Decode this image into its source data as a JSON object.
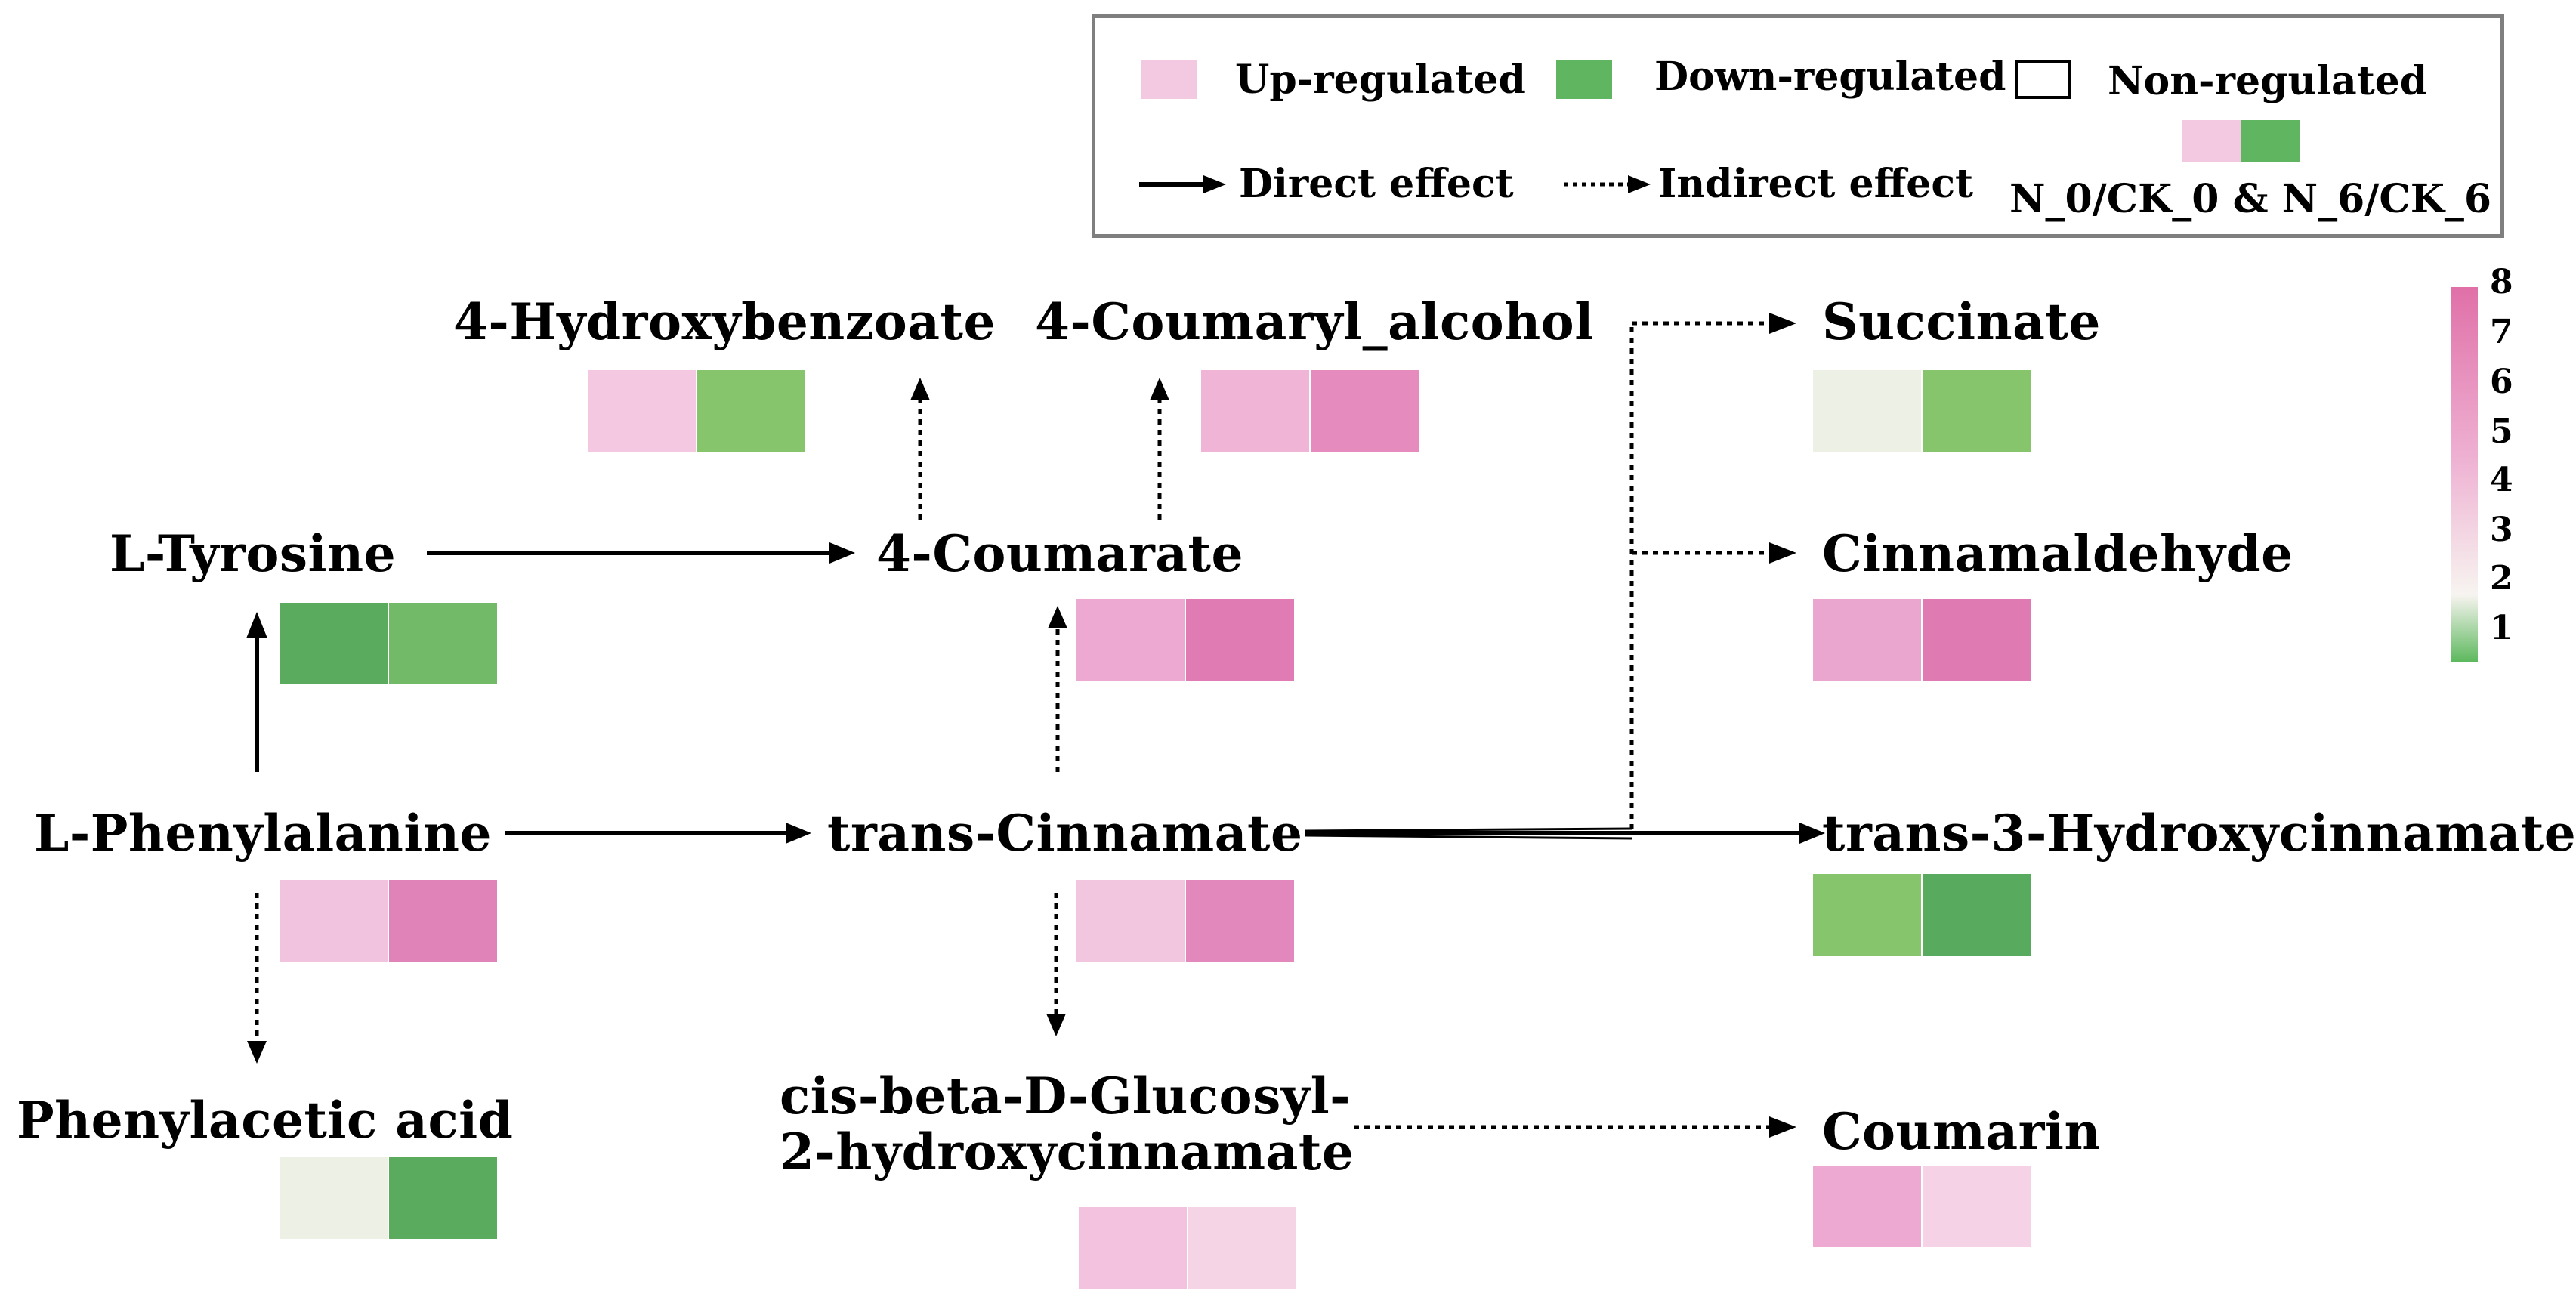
{
  "legend": {
    "up_label": "Up-regulated",
    "down_label": "Down-regulated",
    "non_label": "Non-regulated",
    "direct_label": "Direct effect",
    "indirect_label": "Indirect effect",
    "comparison_label": "N_0/CK_0 & N_6/CK_6",
    "colors": {
      "up": "#f3c8e1",
      "down": "#5fb560",
      "non": "#ffffff"
    }
  },
  "scale": {
    "ticks": [
      "8",
      "7",
      "6",
      "5",
      "4",
      "3",
      "2",
      "1"
    ],
    "colors": {
      "max": "#e070a8",
      "mid": "#f7f4f0",
      "min": "#5cb85c"
    }
  },
  "metabolites": {
    "hydroxybenzoate": {
      "label": "4-Hydroxybenzoate",
      "values": [
        "#f4c8e0",
        "#86c56c"
      ]
    },
    "coumaryl_alcohol": {
      "label": "4-Coumaryl_alcohol",
      "values": [
        "#efb4d6",
        "#e68bbe"
      ]
    },
    "succinate": {
      "label": "Succinate",
      "values": [
        "#edf0e4",
        "#86c56c"
      ]
    },
    "tyrosine": {
      "label": "L-Tyrosine",
      "values": [
        "#5aab5e",
        "#72ba68"
      ]
    },
    "coumarate": {
      "label": "4-Coumarate",
      "values": [
        "#eda9d1",
        "#e07bb4"
      ]
    },
    "cinnamaldehyde": {
      "label": "Cinnamaldehyde",
      "values": [
        "#eaa6cf",
        "#e07ab3"
      ]
    },
    "phenylalanine": {
      "label": "L-Phenylalanine",
      "values": [
        "#f2c3de",
        "#e083b8"
      ]
    },
    "trans_cinnamate": {
      "label": "trans-Cinnamate",
      "values": [
        "#f3c6df",
        "#e388bc"
      ]
    },
    "hydroxycinnamate_3": {
      "label": "trans-3-Hydroxycinnamate",
      "values": [
        "#86c56c",
        "#58aa5e"
      ]
    },
    "phenylacetic_acid": {
      "label": "Phenylacetic acid",
      "values": [
        "#edf0e4",
        "#5aab5e"
      ]
    },
    "glucosyl": {
      "label_line1": "cis-beta-D-Glucosyl-",
      "label_line2": "2-hydroxycinnamate",
      "values": [
        "#f3c2de",
        "#f5d4e6"
      ]
    },
    "coumarin": {
      "label": "Coumarin",
      "values": [
        "#eda9d1",
        "#f5d2e5"
      ]
    }
  }
}
